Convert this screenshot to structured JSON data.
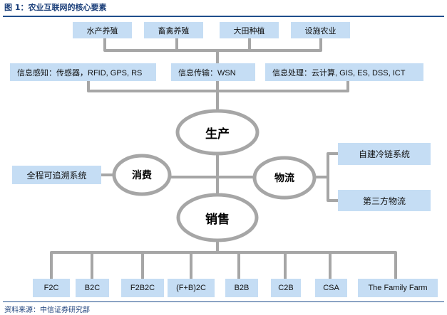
{
  "figure": {
    "title": "图 1：农业互联网的核心要素",
    "source": "资料来源：中信证券研究部"
  },
  "domains": [
    "水产养殖",
    "畜禽养殖",
    "大田种植",
    "设施农业"
  ],
  "info_layers": [
    "信息感知：传感器，RFID, GPS, RS",
    "信息传输：WSN",
    "信息处理：云计算, GIS, ES, DSS, ICT"
  ],
  "core": {
    "production": "生产",
    "consumption": "消费",
    "logistics": "物流",
    "sales": "销售"
  },
  "traceability": "全程可追溯系统",
  "logistics_options": [
    "自建冷链系统",
    "第三方物流"
  ],
  "sales_models": [
    "F2C",
    "B2C",
    "F2B2C",
    "(F+B)2C",
    "B2B",
    "C2B",
    "CSA",
    "The Family Farm"
  ],
  "colors": {
    "box_fill": "#c5ddf4",
    "line": "#a6a6a6",
    "title_text": "#1b3f7a",
    "rule": "#1f4e8c"
  }
}
